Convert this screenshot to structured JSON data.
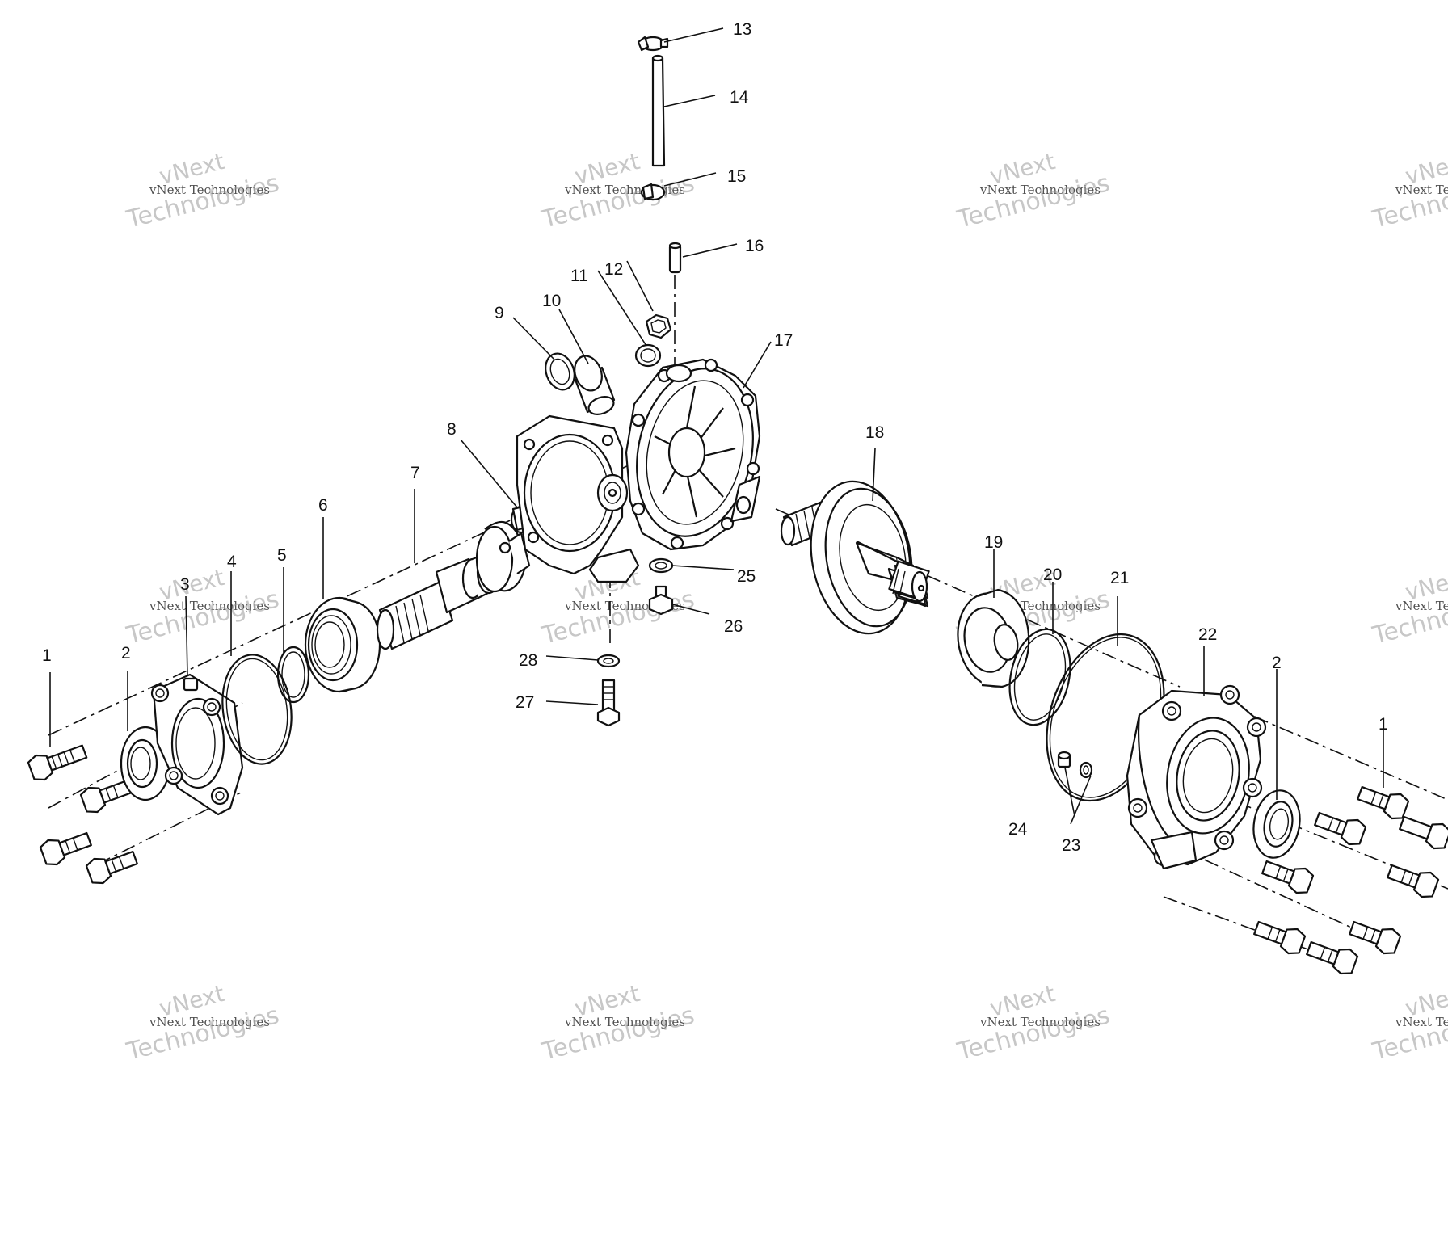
{
  "callouts": [
    {
      "id": "1a",
      "label": "1"
    },
    {
      "id": "2a",
      "label": "2"
    },
    {
      "id": "3",
      "label": "3"
    },
    {
      "id": "4",
      "label": "4"
    },
    {
      "id": "5",
      "label": "5"
    },
    {
      "id": "6",
      "label": "6"
    },
    {
      "id": "7",
      "label": "7"
    },
    {
      "id": "8",
      "label": "8"
    },
    {
      "id": "9",
      "label": "9"
    },
    {
      "id": "10",
      "label": "10"
    },
    {
      "id": "11",
      "label": "11"
    },
    {
      "id": "12",
      "label": "12"
    },
    {
      "id": "13",
      "label": "13"
    },
    {
      "id": "14",
      "label": "14"
    },
    {
      "id": "15",
      "label": "15"
    },
    {
      "id": "16",
      "label": "16"
    },
    {
      "id": "17",
      "label": "17"
    },
    {
      "id": "18",
      "label": "18"
    },
    {
      "id": "19",
      "label": "19"
    },
    {
      "id": "20",
      "label": "20"
    },
    {
      "id": "21",
      "label": "21"
    },
    {
      "id": "22",
      "label": "22"
    },
    {
      "id": "2b",
      "label": "2"
    },
    {
      "id": "1b",
      "label": "1"
    },
    {
      "id": "23",
      "label": "23"
    },
    {
      "id": "24",
      "label": "24"
    },
    {
      "id": "25",
      "label": "25"
    },
    {
      "id": "26",
      "label": "26"
    },
    {
      "id": "27",
      "label": "27"
    },
    {
      "id": "28",
      "label": "28"
    }
  ],
  "watermark": {
    "brand": "vNext",
    "line_small": "vNext Technologies",
    "line_large": "Technologies"
  }
}
